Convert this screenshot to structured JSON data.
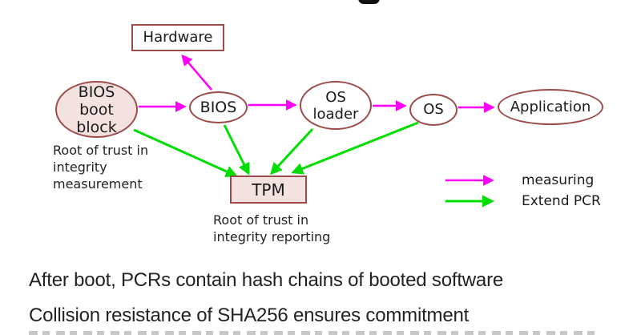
{
  "nodes": {
    "hardware": {
      "label": "Hardware"
    },
    "bios_boot_block": {
      "label": "BIOS\nboot\nblock"
    },
    "bios": {
      "label": "BIOS"
    },
    "os_loader": {
      "label": "OS\nloader"
    },
    "os": {
      "label": "OS"
    },
    "application": {
      "label": "Application"
    },
    "tpm": {
      "label": "TPM"
    }
  },
  "captions": {
    "root_measurement": "Root of trust in\nintegrity\nmeasurement",
    "root_reporting": "Root of trust in\nintegrity reporting"
  },
  "legend": {
    "measuring_label": "measuring",
    "extend_pcr_label": "Extend PCR"
  },
  "notes": [
    "After boot, PCRs contain hash chains of booted software",
    "Collision resistance of SHA256  ensures commitment"
  ],
  "colors": {
    "measuring_arrow": "#ff00ff",
    "extend_pcr_arrow": "#00dd00",
    "node_border": "#9c4b4b",
    "node_fill_pink": "#f3e2e0",
    "text": "#1a1a1a"
  }
}
